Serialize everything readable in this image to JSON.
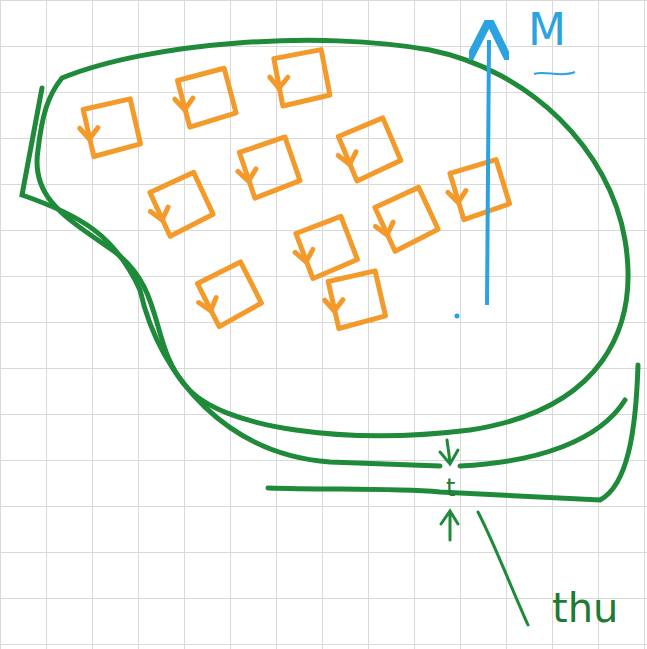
{
  "diagram": {
    "labels": [
      "M",
      "t",
      "thu"
    ]
  }
}
